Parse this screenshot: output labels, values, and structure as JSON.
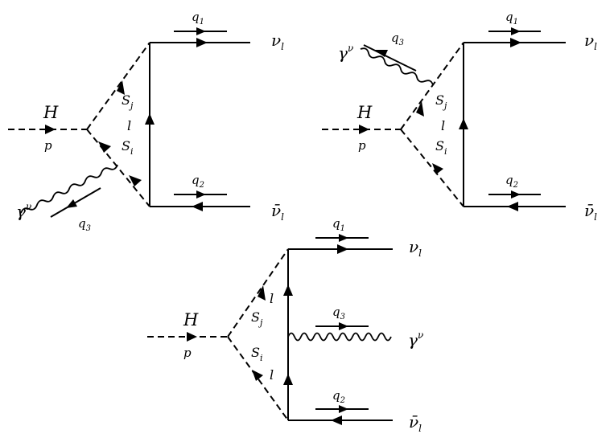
{
  "diagrams": [
    {
      "id": "top-left",
      "labels": {
        "incoming": "H",
        "momentum_p": "p",
        "scalar_j": "S",
        "scalar_j_sub": "j",
        "scalar_i": "S",
        "scalar_i_sub": "i",
        "lepton": "l",
        "q1": "q",
        "q1_sub": "1",
        "q2": "q",
        "q2_sub": "2",
        "q3": "q",
        "q3_sub": "3",
        "photon": "γ",
        "photon_sup": "ν",
        "neutrino": "ν",
        "neutrino_sub": "l",
        "antineutrino": "ν̄",
        "antineutrino_sub": "l"
      }
    },
    {
      "id": "top-right",
      "labels": {
        "incoming": "H",
        "momentum_p": "p",
        "scalar_j": "S",
        "scalar_j_sub": "j",
        "scalar_i": "S",
        "scalar_i_sub": "i",
        "lepton": "l",
        "q1": "q",
        "q1_sub": "1",
        "q2": "q",
        "q2_sub": "2",
        "q3": "q",
        "q3_sub": "3",
        "photon": "γ",
        "photon_sup": "ν",
        "neutrino": "ν",
        "neutrino_sub": "l",
        "antineutrino": "ν̄",
        "antineutrino_sub": "l"
      }
    },
    {
      "id": "bottom",
      "labels": {
        "incoming": "H",
        "momentum_p": "p",
        "scalar_j": "S",
        "scalar_j_sub": "j",
        "scalar_i": "S",
        "scalar_i_sub": "i",
        "lepton_upper": "l",
        "lepton_lower": "l",
        "q1": "q",
        "q1_sub": "1",
        "q2": "q",
        "q2_sub": "2",
        "q3": "q",
        "q3_sub": "3",
        "photon": "γ",
        "photon_sup": "ν",
        "neutrino": "ν",
        "neutrino_sub": "l",
        "antineutrino": "ν̄",
        "antineutrino_sub": "l"
      }
    }
  ]
}
